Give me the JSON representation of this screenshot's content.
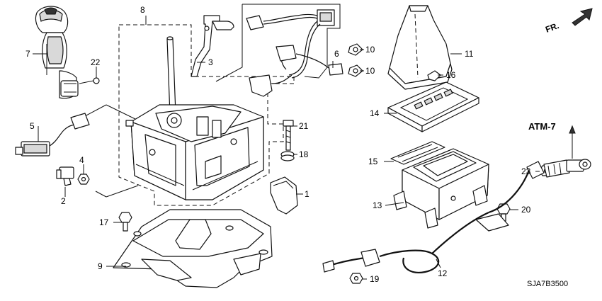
{
  "callouts": {
    "c1": "1",
    "c2": "2",
    "c3": "3",
    "c4": "4",
    "c5": "5",
    "c6": "6",
    "c7": "7",
    "c8": "8",
    "c9": "9",
    "c10a": "10",
    "c10b": "10",
    "c11": "11",
    "c12": "12",
    "c13": "13",
    "c14": "14",
    "c15": "15",
    "c16": "16",
    "c17": "17",
    "c18": "18",
    "c19": "19",
    "c20": "20",
    "c21": "21",
    "c22": "22",
    "c23": "23"
  },
  "reference_label": "ATM-7",
  "direction_label": "FR.",
  "diagram_code": "SJA7B3500"
}
